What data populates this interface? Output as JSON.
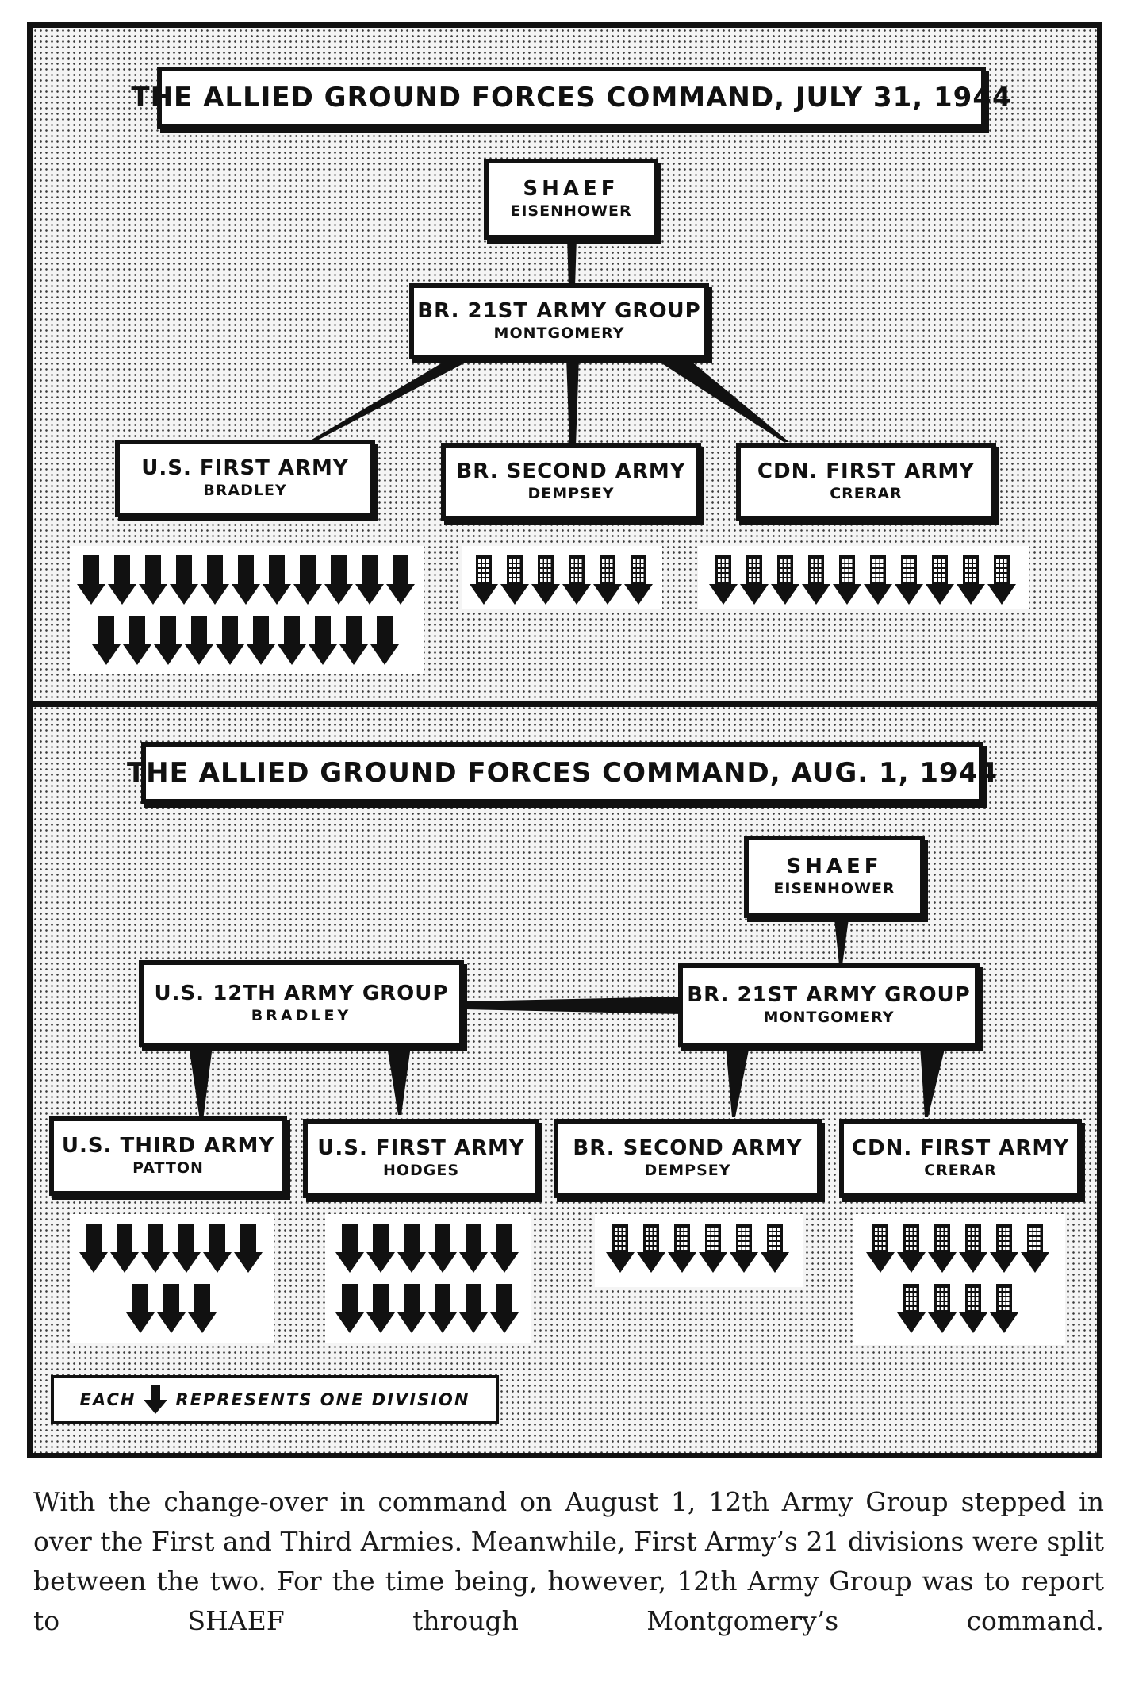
{
  "colors": {
    "ink": "#111111",
    "paper": "#ffffff",
    "screen_dots": "#3a3a3a"
  },
  "legend": {
    "prefix": "EACH",
    "suffix": "REPRESENTS ONE DIVISION",
    "icon": "division-arrow-icon"
  },
  "panels": [
    {
      "title": "THE ALLIED GROUND FORCES COMMAND, JULY 31, 1944",
      "nodes": {
        "shaef": {
          "name": "SHAEF",
          "commander": "EISENHOWER"
        },
        "br21": {
          "name": "BR. 21ST ARMY GROUP",
          "commander": "MONTGOMERY"
        },
        "us_first": {
          "name": "U.S. FIRST ARMY",
          "commander": "BRADLEY"
        },
        "br_second": {
          "name": "BR. SECOND ARMY",
          "commander": "DEMPSEY"
        },
        "cdn_first": {
          "name": "CDN. FIRST ARMY",
          "commander": "CRERAR"
        }
      },
      "divisions": [
        {
          "army": "U.S. FIRST ARMY",
          "count": 21,
          "rows": [
            11,
            10
          ],
          "style": "solid"
        },
        {
          "army": "BR. SECOND ARMY",
          "count": 6,
          "rows": [
            6
          ],
          "style": "hatched"
        },
        {
          "army": "CDN. FIRST ARMY",
          "count": 10,
          "rows": [
            10
          ],
          "style": "hatched"
        }
      ]
    },
    {
      "title": "THE ALLIED GROUND FORCES COMMAND, AUG. 1, 1944",
      "nodes": {
        "shaef": {
          "name": "SHAEF",
          "commander": "EISENHOWER"
        },
        "us12": {
          "name": "U.S. 12TH ARMY GROUP",
          "commander": "BRADLEY"
        },
        "br21": {
          "name": "BR. 21ST ARMY GROUP",
          "commander": "MONTGOMERY"
        },
        "us_third": {
          "name": "U.S. THIRD ARMY",
          "commander": "PATTON"
        },
        "us_first": {
          "name": "U.S. FIRST ARMY",
          "commander": "HODGES"
        },
        "br_second": {
          "name": "BR. SECOND ARMY",
          "commander": "DEMPSEY"
        },
        "cdn_first": {
          "name": "CDN. FIRST ARMY",
          "commander": "CRERAR"
        }
      },
      "divisions": [
        {
          "army": "U.S. THIRD ARMY",
          "count": 9,
          "rows": [
            6,
            3
          ],
          "style": "solid"
        },
        {
          "army": "U.S. FIRST ARMY",
          "count": 12,
          "rows": [
            6,
            6
          ],
          "style": "solid"
        },
        {
          "army": "BR. SECOND ARMY",
          "count": 6,
          "rows": [
            6
          ],
          "style": "hatched"
        },
        {
          "army": "CDN. FIRST ARMY",
          "count": 10,
          "rows": [
            6,
            4
          ],
          "style": "hatched"
        }
      ]
    }
  ],
  "caption": "With the change-over in command on August 1, 12th Army Group stepped in over the First and Third Armies. Meanwhile, First Army’s 21 divisions were split between the two. For the time being, however, 12th Army Group was to report to SHAEF through Montgomery’s command."
}
